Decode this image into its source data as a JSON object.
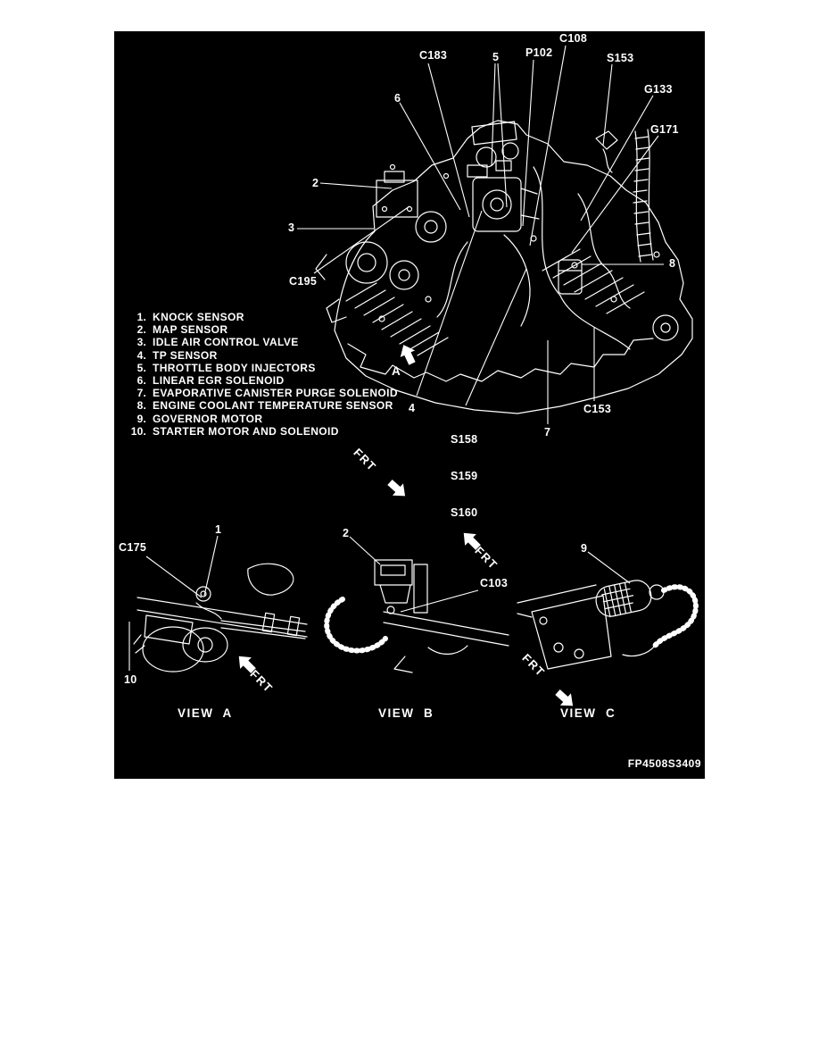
{
  "figure_code": "FP4508S3409",
  "main": {
    "frt": "FRT",
    "view_arrow_label": "A",
    "callouts": {
      "c183": "C183",
      "five": "5",
      "p102": "P102",
      "c108": "C108",
      "s153": "S153",
      "g133": "G133",
      "g171": "G171",
      "six": "6",
      "two": "2",
      "three": "3",
      "c195": "C195",
      "eight": "8",
      "four": "4",
      "s158": "S158",
      "s159": "S159",
      "s160": "S160",
      "seven": "7",
      "c153": "C153"
    }
  },
  "legend": {
    "items": [
      {
        "num": "1.",
        "label": "KNOCK SENSOR"
      },
      {
        "num": "2.",
        "label": "MAP SENSOR"
      },
      {
        "num": "3.",
        "label": "IDLE AIR CONTROL VALVE"
      },
      {
        "num": "4.",
        "label": "TP SENSOR"
      },
      {
        "num": "5.",
        "label": "THROTTLE BODY INJECTORS"
      },
      {
        "num": "6.",
        "label": "LINEAR EGR SOLENOID"
      },
      {
        "num": "7.",
        "label": "EVAPORATIVE CANISTER PURGE SOLENOID"
      },
      {
        "num": "8.",
        "label": "ENGINE COOLANT TEMPERATURE SENSOR"
      },
      {
        "num": "9.",
        "label": "GOVERNOR MOTOR"
      },
      {
        "num": "10.",
        "label": "STARTER MOTOR AND SOLENOID"
      }
    ]
  },
  "view_a": {
    "title": "VIEW  A",
    "frt": "FRT",
    "callouts": {
      "c175": "C175",
      "one": "1",
      "ten": "10"
    }
  },
  "view_b": {
    "title": "VIEW  B",
    "frt": "FRT",
    "callouts": {
      "two": "2",
      "c103": "C103"
    }
  },
  "view_c": {
    "title": "VIEW  C",
    "frt": "FRT",
    "callouts": {
      "nine": "9"
    }
  }
}
